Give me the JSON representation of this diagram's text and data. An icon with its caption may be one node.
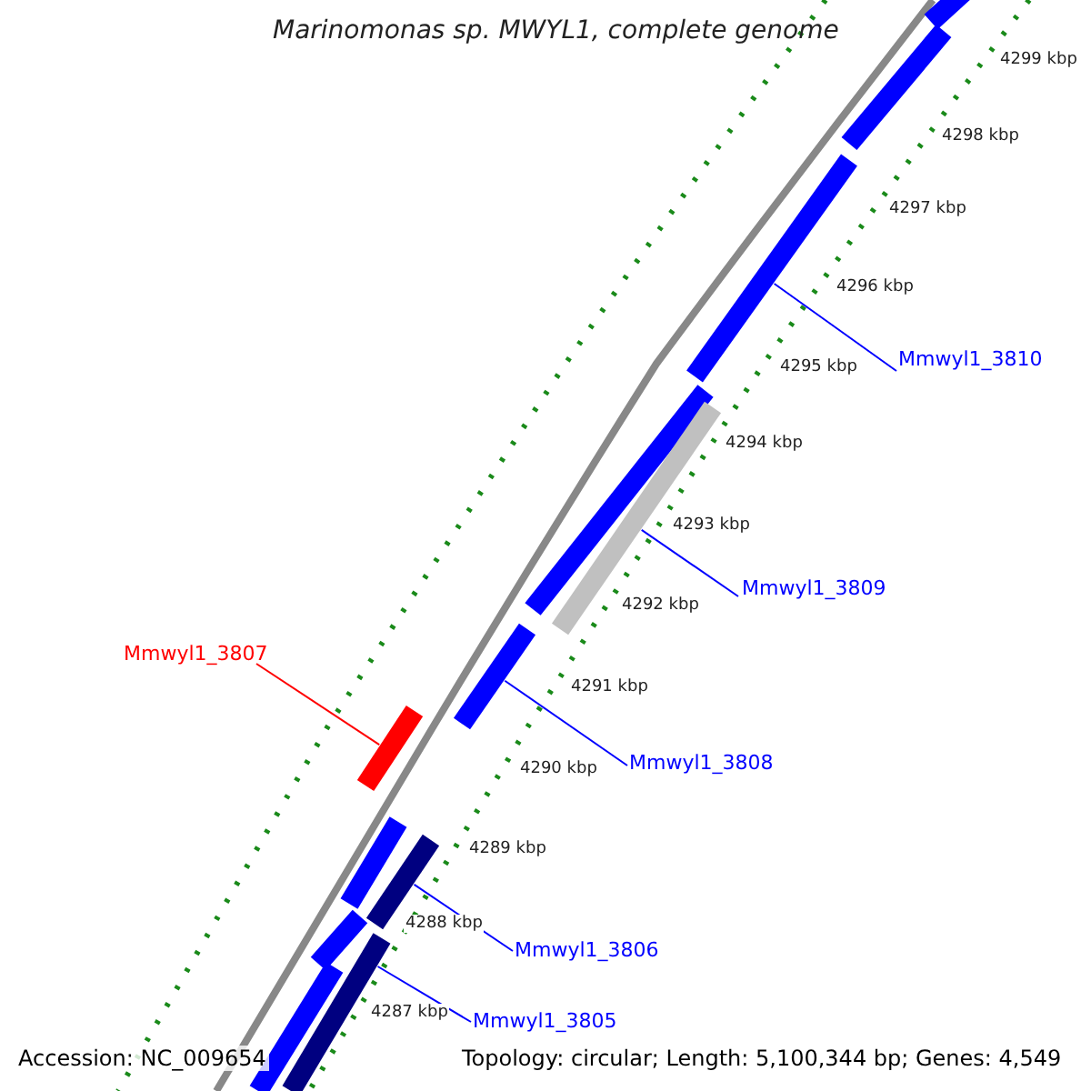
{
  "diagram": {
    "title": "Marinomonas sp. MWYL1, complete genome",
    "nodes": [
      {
        "text": [
          "Mmwyl1_3810"
        ]
      },
      {
        "text": [],
        "shape": "bar"
      },
      {
        "text": [
          "Mmwyl1_3809"
        ]
      },
      {
        "text": [],
        "shape": "bar"
      },
      {
        "text": [
          "Mmwyl1_3807"
        ]
      },
      {
        "text": [],
        "shape": "bar"
      },
      {
        "text": [
          "Mmwyl1_3808"
        ]
      },
      {
        "text": [],
        "shape": "bar"
      },
      {
        "text": [
          "Mmwyl1_3806"
        ]
      },
      {
        "text": [],
        "shape": "bar"
      },
      {
        "text": [
          "Mmwyl1_3805"
        ]
      },
      {
        "text": [],
        "shape": "bar"
      }
    ],
    "edges": [
      {
        "from": 0,
        "to": 1,
        "arrow": "none"
      },
      {
        "from": 2,
        "to": 3,
        "arrow": "none"
      },
      {
        "from": 4,
        "to": 5,
        "arrow": "none",
        "color": "#ff0000"
      },
      {
        "from": 6,
        "to": 7,
        "arrow": "none"
      },
      {
        "from": 8,
        "to": 9,
        "arrow": "none"
      },
      {
        "from": 10,
        "to": 11,
        "arrow": "none"
      }
    ],
    "labels": [
      "4299 kbp",
      "4298 kbp",
      "4297 kbp",
      "4296 kbp",
      "4295 kbp",
      "4294 kbp",
      "4293 kbp",
      "4292 kbp",
      "4291 kbp",
      "4290 kbp",
      "4289 kbp",
      "4288 kbp",
      "4287 kbp",
      "Accession: NC_009654",
      "Topology: circular; Length: 5,100,344 bp; Genes: 4,549"
    ]
  }
}
